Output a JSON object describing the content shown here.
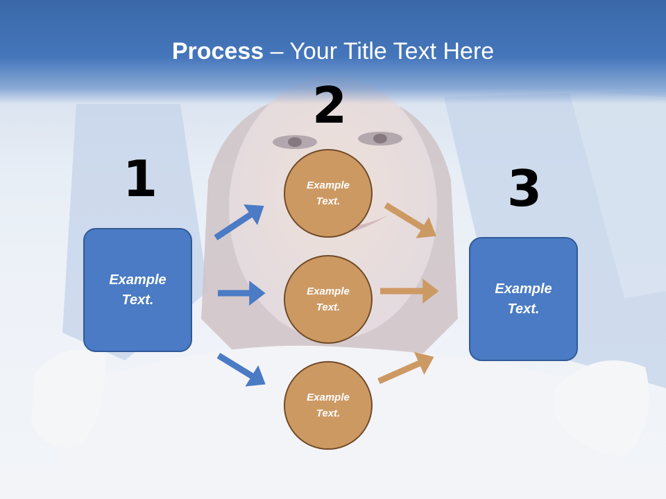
{
  "title": {
    "bold": "Process",
    "rest": " – Your Title Text Here"
  },
  "steps": {
    "one": {
      "number": "1",
      "text": "Example Text."
    },
    "two": {
      "number": "2"
    },
    "three": {
      "number": "3",
      "text": "Example Text."
    }
  },
  "circles": [
    {
      "text": "Example Text."
    },
    {
      "text": "Example Text."
    },
    {
      "text": "Example Text."
    }
  ],
  "colors": {
    "title_bar": "#4576bb",
    "box_fill": "#4a7bc4",
    "circle_fill": "#cd9963",
    "blue_arrow": "#4a7bc4",
    "orange_arrow": "#cd9963"
  }
}
